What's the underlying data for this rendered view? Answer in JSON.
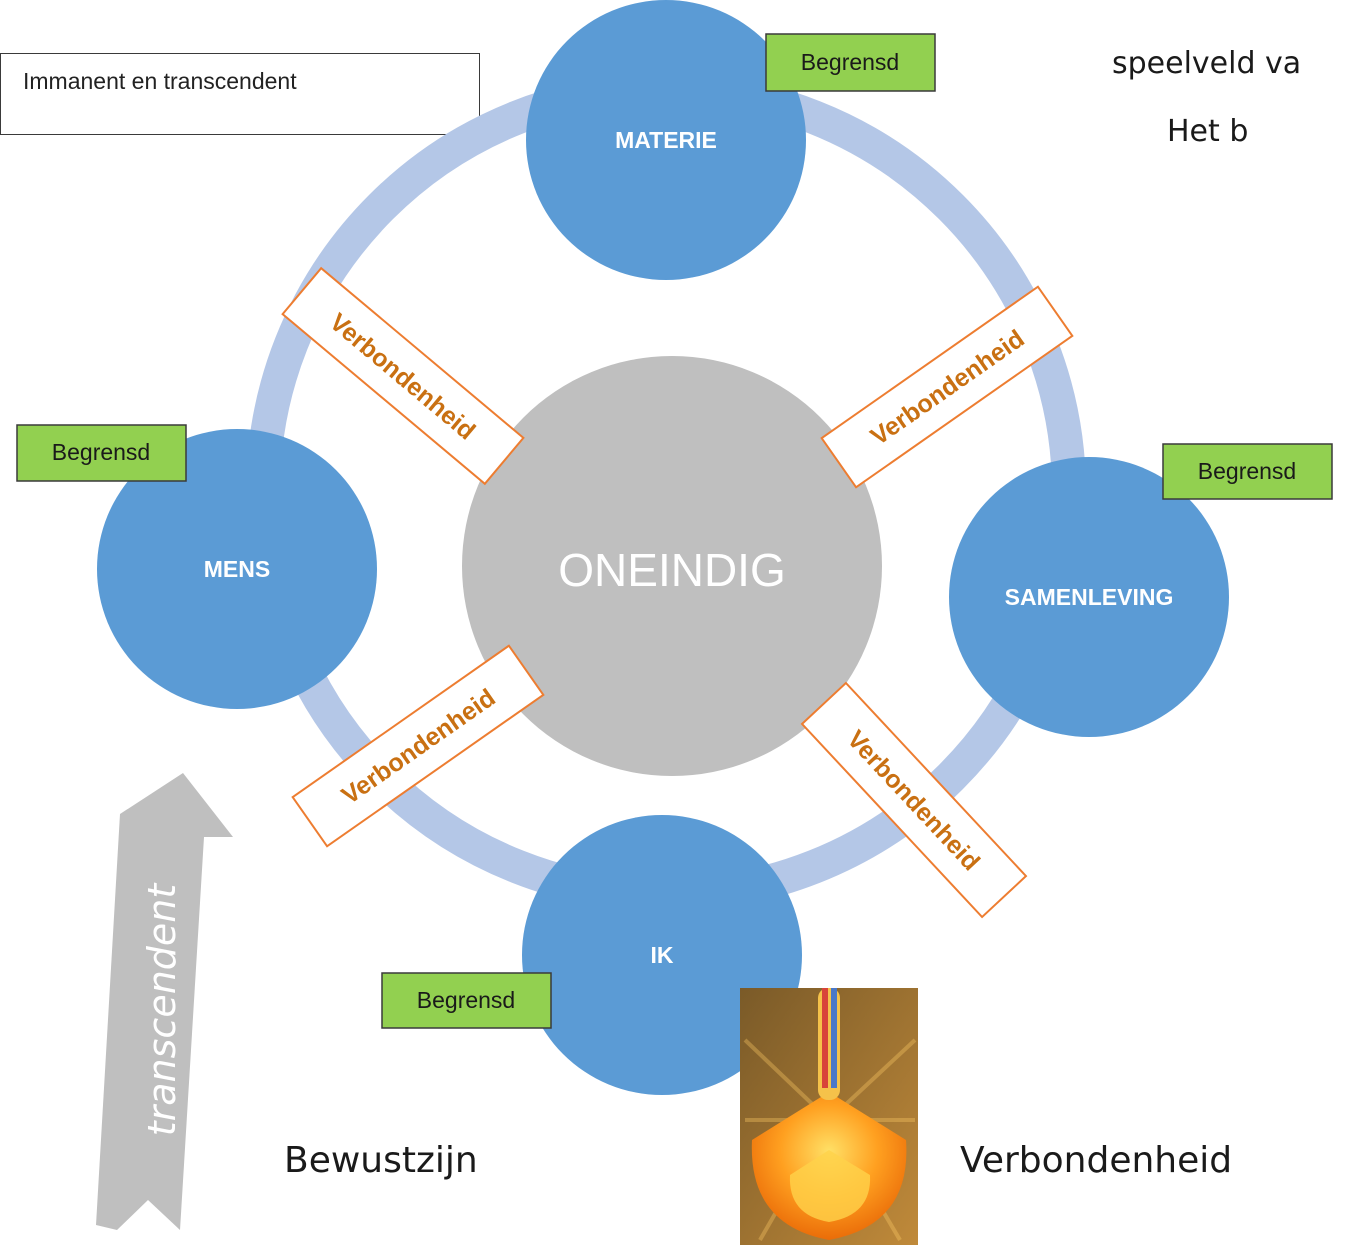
{
  "label_box": {
    "text": "Immanent en transcendent"
  },
  "header_lines": [
    "speelveld va",
    "Het b"
  ],
  "center": {
    "label": "ONEINDIG",
    "color": "#bfbfbf"
  },
  "nodes": [
    {
      "id": "materie",
      "label": "MATERIE",
      "badge": "Begrensd"
    },
    {
      "id": "samenleving",
      "label": "SAMENLEVING",
      "badge": "Begrensd"
    },
    {
      "id": "ik",
      "label": "IK",
      "badge": "Begrensd"
    },
    {
      "id": "mens",
      "label": "MENS",
      "badge": "Begrensd"
    }
  ],
  "connectors": [
    "Verbondenheid",
    "Verbondenheid",
    "Verbondenheid",
    "Verbondenheid"
  ],
  "arrow": {
    "label": "transcendent",
    "color": "#bfbfbf"
  },
  "captions": {
    "left": "Bewustzijn",
    "right": "Verbondenheid"
  },
  "colors": {
    "node": "#5b9bd5",
    "ring": "#b4c7e7",
    "badge_fill": "#92d050",
    "connector_border": "#ed7d31",
    "connector_text": "#c97012"
  }
}
